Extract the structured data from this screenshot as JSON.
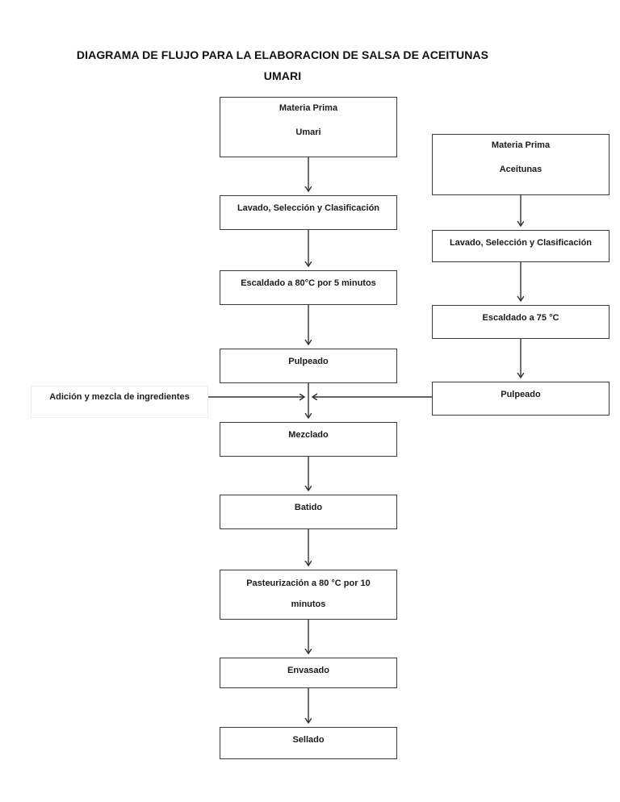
{
  "title": {
    "line1": "DIAGRAMA DE FLUJO PARA LA ELABORACION DE SALSA DE ACEITUNAS",
    "line2": "UMARI"
  },
  "colors": {
    "background": "#ffffff",
    "box_border": "#3a3a3a",
    "connector_line": "#303030",
    "text": "#1b1b1b",
    "ingredient_label_border": "#ececec"
  },
  "umari_branch": {
    "materia_prima": {
      "line1": "Materia Prima",
      "line2": "Umari"
    },
    "lavado": "Lavado, Selección y Clasificación",
    "escaldado": "Escaldado a 80°C por 5 minutos",
    "pulpeado": "Pulpeado"
  },
  "aceitunas_branch": {
    "materia_prima": {
      "line1": "Materia Prima",
      "line2": "Aceitunas"
    },
    "lavado": "Lavado, Selección y Clasificación",
    "escaldado": "Escaldado a 75 °C",
    "pulpeado": "Pulpeado"
  },
  "ingredientes_label": "Adición y mezcla de ingredientes",
  "main_process": {
    "mezclado": "Mezclado",
    "batido": "Batido",
    "pasteurizacion": {
      "line1": "Pasteurización a 80 °C por 10",
      "line2": "minutos"
    },
    "envasado": "Envasado",
    "sellado": "Sellado"
  }
}
